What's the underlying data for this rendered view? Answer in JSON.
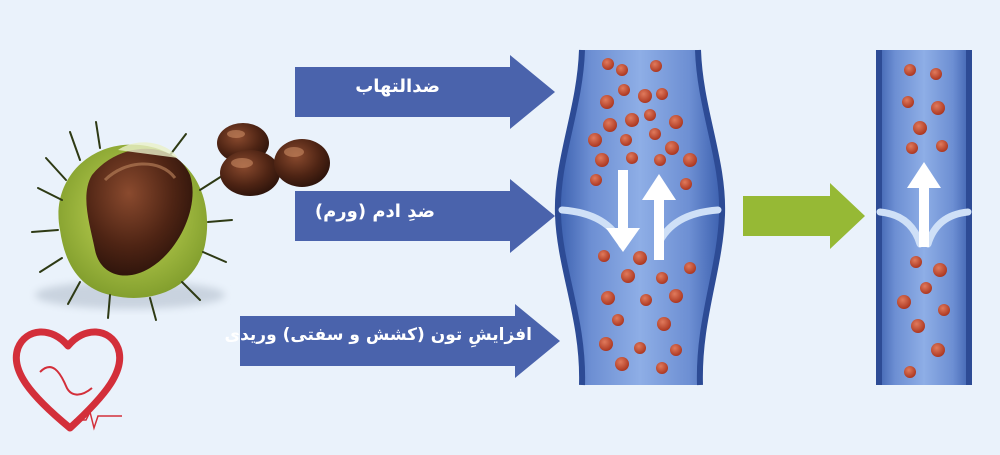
{
  "labels": {
    "anti_inflammatory": "ضدالتهاب",
    "anti_edema": "ضدِ ادم (ورم)",
    "venous_tone": "افزایشِ تون (کشش و سفتی) وریدی"
  },
  "colors": {
    "background": "#eaf2fb",
    "arrow_blue": "#4a63ac",
    "arrow_green": "#96b935",
    "vein_blue": "#4267b8",
    "blood_cell": "#c2452b"
  }
}
